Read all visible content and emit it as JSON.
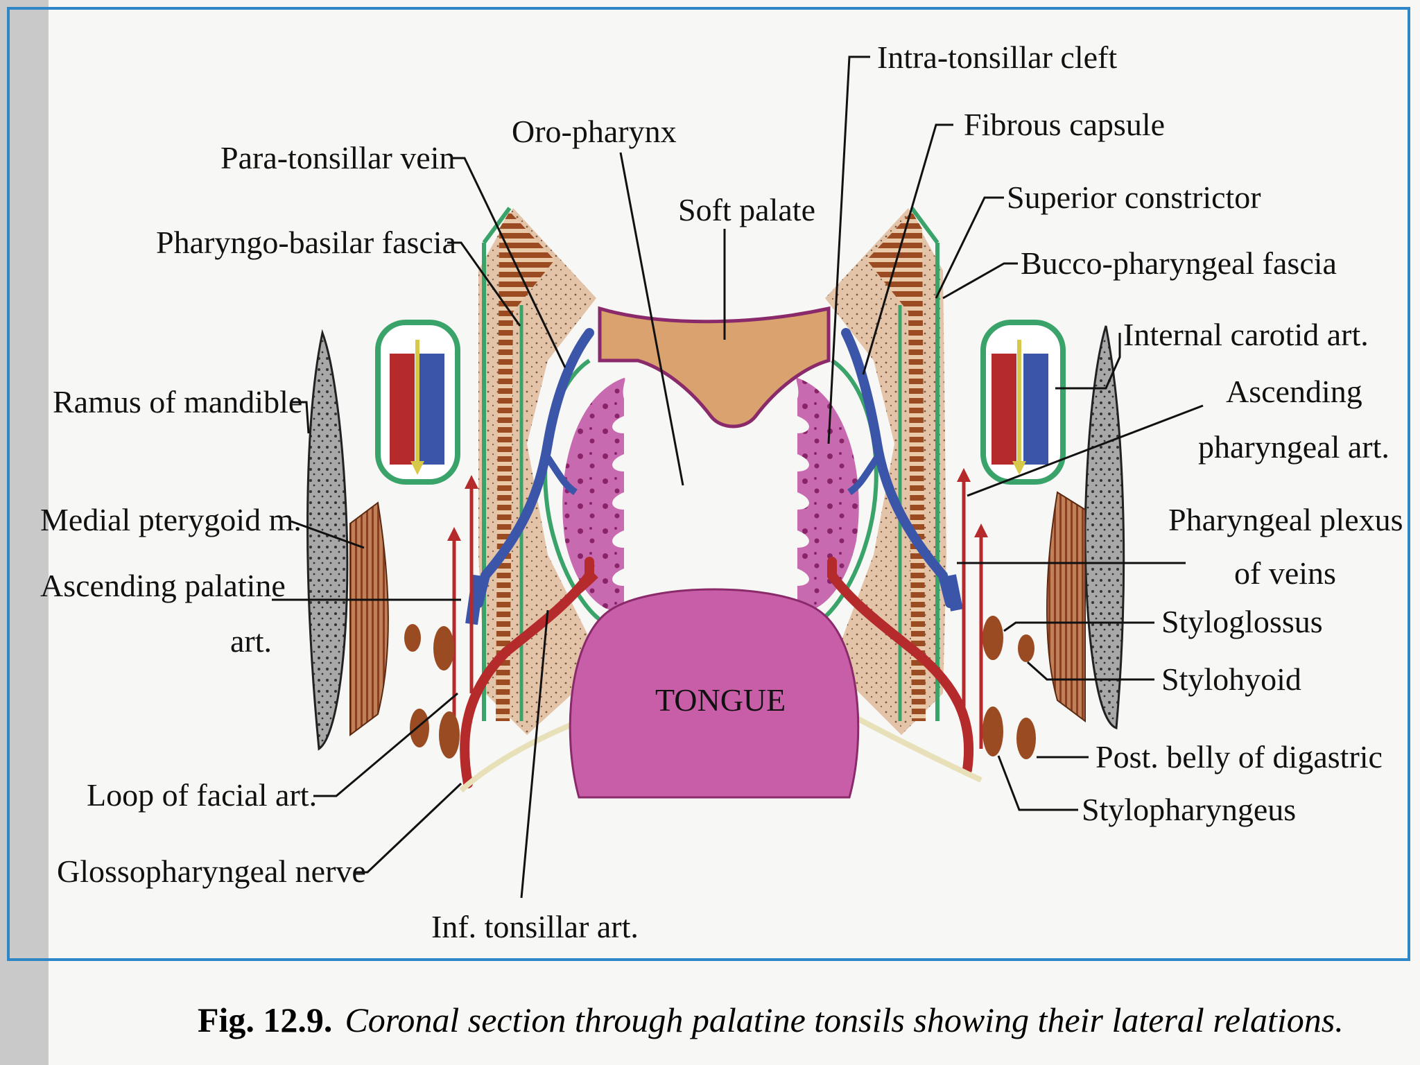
{
  "labels": {
    "intra_tonsillar_cleft": "Intra-tonsillar cleft",
    "fibrous_capsule": "Fibrous capsule",
    "oro_pharynx": "Oro-pharynx",
    "para_tonsillar_vein": "Para-tonsillar vein",
    "soft_palate": "Soft palate",
    "superior_constrictor": "Superior constrictor",
    "pharyngo_basilar_fascia": "Pharyngo-basilar fascia",
    "bucco_pharyngeal_fascia": "Bucco-pharyngeal fascia",
    "internal_carotid_art": "Internal carotid art.",
    "ramus_of_mandible": "Ramus of mandible",
    "ascending_pharyngeal_art_1": "Ascending",
    "ascending_pharyngeal_art_2": "pharyngeal art.",
    "medial_pterygoid": "Medial pterygoid m.",
    "pharyngeal_plexus_1": "Pharyngeal plexus",
    "pharyngeal_plexus_2": "of veins",
    "ascending_palatine_1": "Ascending palatine",
    "ascending_palatine_2": "art.",
    "styloglossus": "Styloglossus",
    "stylohyoid": "Stylohyoid",
    "tongue": "TONGUE",
    "loop_of_facial_art": "Loop of facial art.",
    "post_belly_digastric": "Post. belly of digastric",
    "stylopharyngeus": "Stylopharyngeus",
    "glossopharyngeal_nerve": "Glossopharyngeal nerve",
    "inf_tonsillar_art": "Inf. tonsillar art."
  },
  "caption": {
    "figure_number": "Fig. 12.9.",
    "text": "Coronal section through palatine tonsils showing their lateral relations."
  },
  "colors": {
    "frame": "#2f86c6",
    "tongue": "#c95ea8",
    "tonsil": "#c86ab0",
    "muscle_wall": "#d8a98a",
    "muscle_stripe": "#a0522d",
    "fascia_green": "#3aa36a",
    "vein": "#3b55a8",
    "artery": "#b52a2a",
    "soft_palate": "#d9a26e",
    "mandible": "#9c9c9c",
    "pterygoid": "#b9734a",
    "nerve": "#f0ead0"
  }
}
